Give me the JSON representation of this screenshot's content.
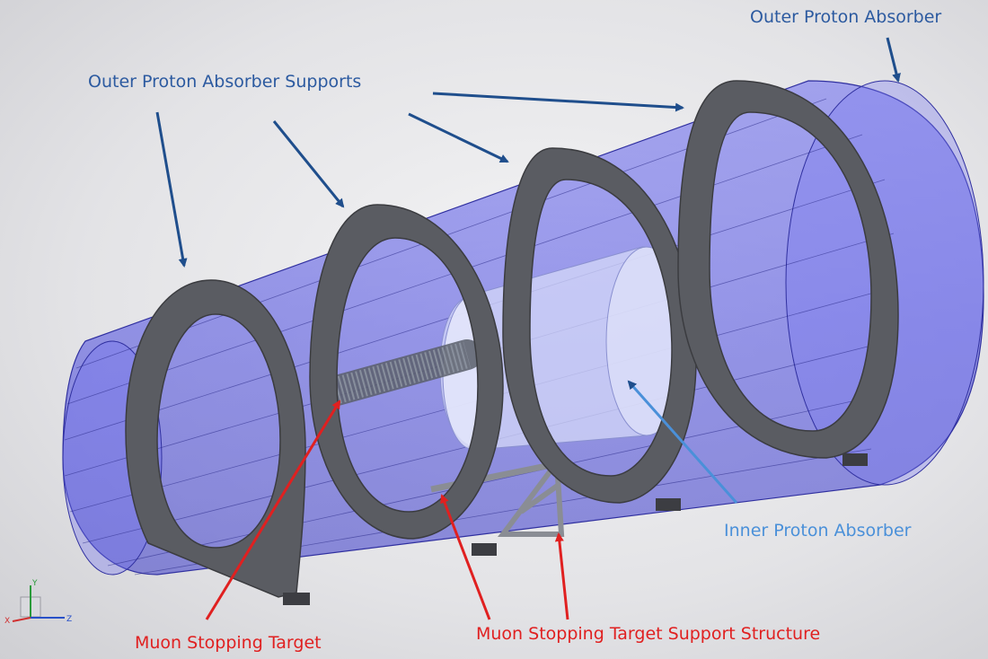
{
  "labels": {
    "outer_absorber": "Outer Proton Absorber",
    "outer_supports": "Outer Proton Absorber Supports",
    "inner_absorber": "Inner Proton Absorber",
    "stopping_target": "Muon Stopping Target",
    "target_support": "Muon Stopping Target Support Structure"
  },
  "axes_widget": {
    "y": "Y",
    "x": "X",
    "z": "Z"
  },
  "colors": {
    "outer_cylinder": "#5b5bea",
    "inner_cylinder": "#c8cdf5",
    "support_ring": "#55575c",
    "label_blue": "#2c5aa0",
    "label_lightblue": "#4a90d9",
    "label_red": "#e02020",
    "arrow_blue": "#1f4e8c",
    "arrow_red": "#e02020"
  }
}
